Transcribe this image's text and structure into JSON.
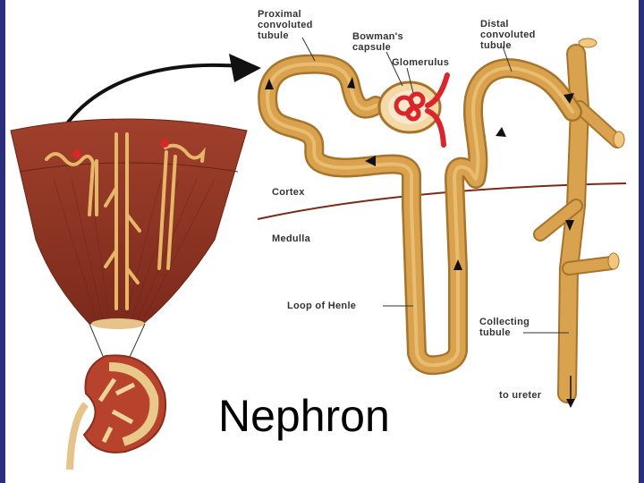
{
  "caption": "Nephron",
  "labels": {
    "proximal": [
      "Proximal",
      "convoluted",
      "tubule"
    ],
    "bowman": [
      "Bowman's",
      "capsule"
    ],
    "glomerulus": "Glomerulus",
    "distal": [
      "Distal",
      "convoluted",
      "tubule"
    ],
    "cortex": "Cortex",
    "medulla": "Medulla",
    "loop": "Loop of Henle",
    "collecting": [
      "Collecting",
      "tubule"
    ],
    "ureter": "to ureter"
  },
  "colors": {
    "frame": "#2b2f7a",
    "tubule": "#d9a24e",
    "tubule_highlight": "#f0c77e",
    "tubule_shadow": "#a8742c",
    "kidney_tissue": "#8e3524",
    "boundary": "#7a2a18",
    "blood": "#d8262a"
  }
}
